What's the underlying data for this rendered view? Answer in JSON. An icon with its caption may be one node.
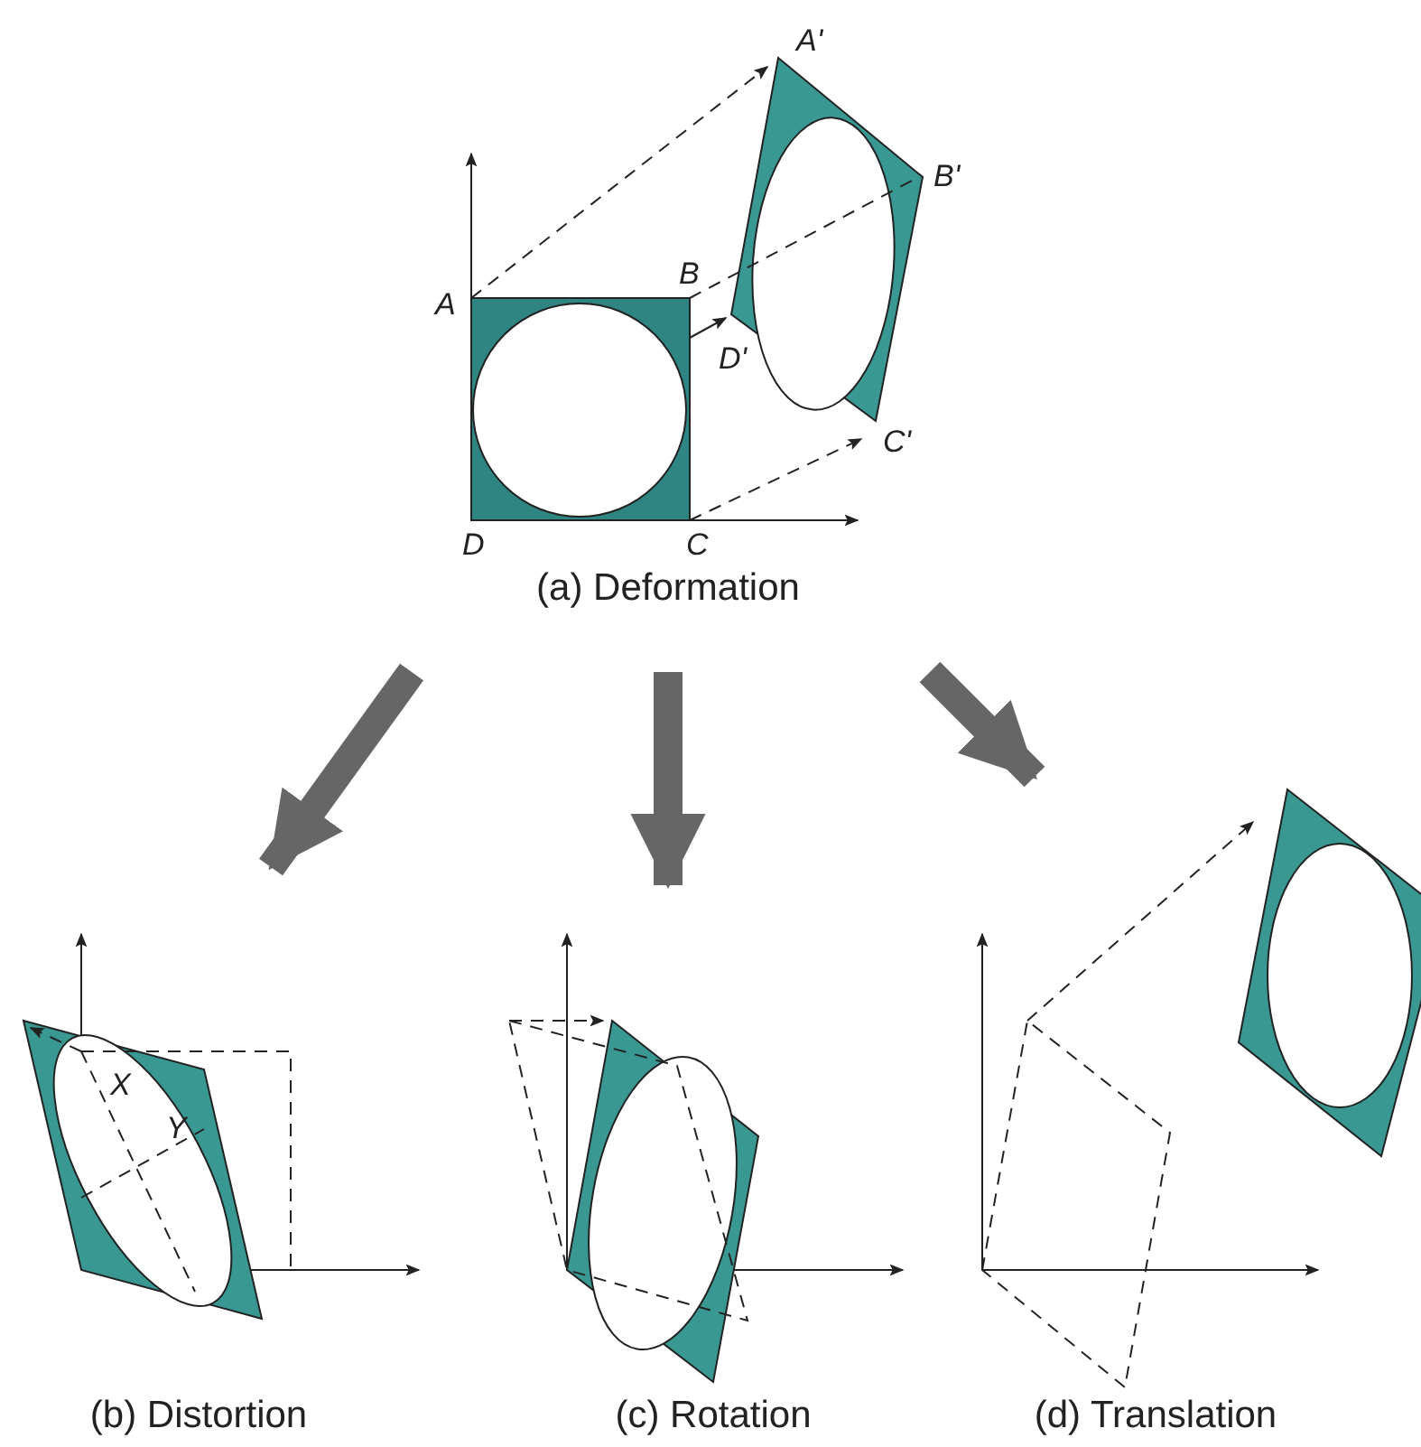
{
  "diagram": {
    "nodes": [
      {
        "text": [
          "(a) Deformation"
        ]
      },
      {
        "text": [
          "(b) Distortion"
        ]
      },
      {
        "text": [
          "(c) Rotation"
        ]
      },
      {
        "text": [
          "(d) Translation"
        ]
      }
    ],
    "edges": [
      {
        "from": 0,
        "to": 1,
        "arrow": "to"
      },
      {
        "from": 0,
        "to": 2,
        "arrow": "to"
      },
      {
        "from": 0,
        "to": 3,
        "arrow": "to"
      }
    ],
    "labels": [
      "A'",
      "B'",
      "B",
      "A",
      "D'",
      "C'",
      "D",
      "C",
      "X",
      "Y"
    ]
  }
}
